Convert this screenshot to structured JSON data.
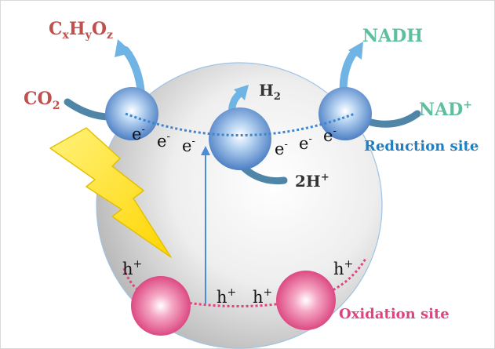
{
  "labels": {
    "product_cxhyoz": {
      "c": "C",
      "x": "x",
      "h": "H",
      "y": "y",
      "o": "O",
      "z": "z"
    },
    "co2": {
      "main": "CO",
      "sub": "2"
    },
    "h2": {
      "main": "H",
      "sub": "2"
    },
    "two_h_plus": {
      "main": "2H",
      "sup": "+"
    },
    "nadh": "NADH",
    "nad_plus": {
      "main": "NAD",
      "sup": "+"
    },
    "reduction_site": "Reduction site",
    "oxidation_site": "Oxidation site",
    "electrons": [
      {
        "main": "e",
        "sup": "-"
      },
      {
        "main": "e",
        "sup": "-"
      },
      {
        "main": "e",
        "sup": "-"
      },
      {
        "main": "e",
        "sup": "-"
      },
      {
        "main": "e",
        "sup": "-"
      },
      {
        "main": "e",
        "sup": "-"
      }
    ],
    "holes": [
      {
        "main": "h",
        "sup": "+"
      },
      {
        "main": "h",
        "sup": "+"
      },
      {
        "main": "h",
        "sup": "+"
      },
      {
        "main": "h",
        "sup": "+"
      }
    ]
  },
  "colors": {
    "product_red": "#c0504d",
    "nad_green": "#5dbf9f",
    "reduction_blue": "#1f7fc4",
    "oxidation_pink": "#e0437f",
    "dark_text": "#333333",
    "arrow_teal": "#4f86a8",
    "arrow_light_blue": "#6fb4e4",
    "lightning_yellow": "#ffe600"
  },
  "icons": {
    "lightning": "lightning-bolt-icon",
    "cocatalyst": "blue-sphere-icon",
    "oxidation_cocatalyst": "pink-sphere-icon"
  }
}
